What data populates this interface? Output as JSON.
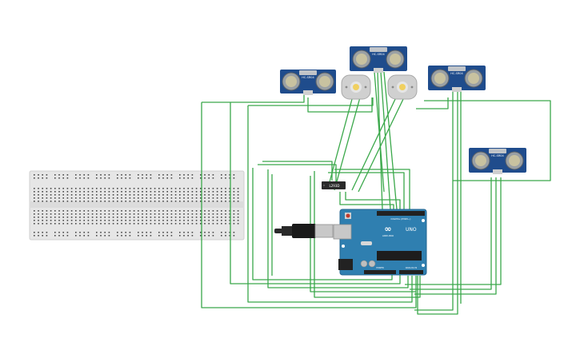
{
  "colors": {
    "wire": "#3aa84a",
    "sensor_board": "#1f4c8c",
    "sensor_board_dark": "#173a6b",
    "transducer_ring": "#9aa0a4",
    "transducer_core": "#c8c2a0",
    "motor_body": "#d0d0d0",
    "motor_hub": "#f0d060",
    "arduino_board": "#2f7fb0",
    "breadboard": "#e6e6e6",
    "hole": "#4a4a4a"
  },
  "components": {
    "sensor_label": "HC-SR04",
    "driver_label": "L293D",
    "arduino_brand": "ARDUINO",
    "arduino_model": "UNO",
    "arduino_digital": "DIGITAL (PWM~)",
    "arduino_power": "POWER",
    "arduino_analog": "ANALOG IN",
    "arduino_logo": "∞"
  }
}
